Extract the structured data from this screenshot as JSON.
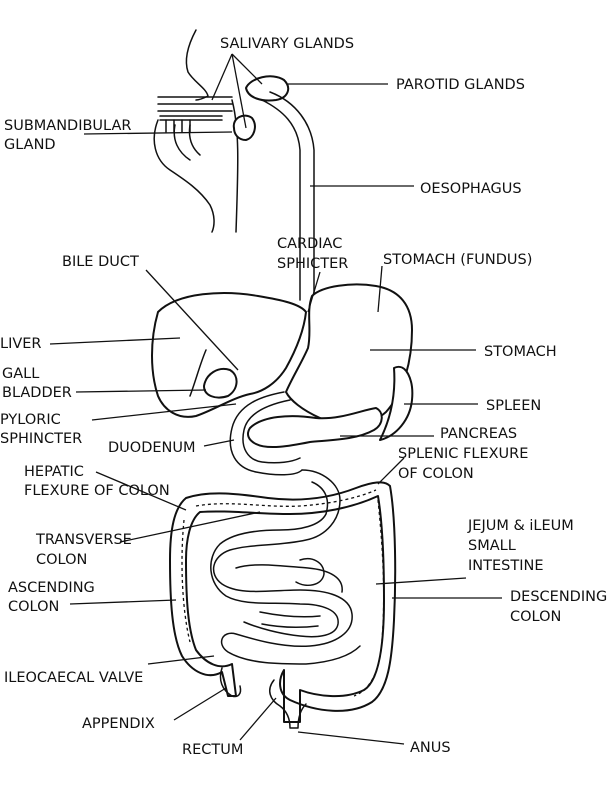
{
  "labels": {
    "salivary_glands": "SALIVARY GLANDS",
    "parotid_glands": "PAROTID GLANDS",
    "submandibular_line1": "SUBMANDIBULAR",
    "submandibular_line2": "GLAND",
    "oesophagus": "OESOPHAGUS",
    "bile_duct": "BILE DUCT",
    "cardiac_line1": "CARDIAC",
    "cardiac_line2": "SPHICTER",
    "stomach_fundus": "STOMACH (FUNDUS)",
    "liver": "LIVER",
    "stomach": "STOMACH",
    "gall_line1": "GALL",
    "gall_line2": "BLADDER",
    "pyloric_line1": "PYLORIC",
    "pyloric_line2": "SPHINCTER",
    "spleen": "SPLEEN",
    "duodenum": "DUODENUM",
    "pancreas": "PANCREAS",
    "splenic_line1": "SPLENIC FLEXURE",
    "splenic_line2": "OF COLON",
    "hepatic_line1": "HEPATIC",
    "hepatic_line2": "FLEXURE OF COLON",
    "jejum_line1": "JEJUM & iLEUM",
    "jejum_line2": "SMALL",
    "jejum_line3": "INTESTINE",
    "transverse_line1": "TRANSVERSE",
    "transverse_line2": "COLON",
    "ascending_line1": "ASCENDING",
    "ascending_line2": "COLON",
    "descending_line1": "DESCENDING",
    "descending_line2": "COLON",
    "ileocaecal": "ILEOCAECAL VALVE",
    "appendix": "APPENDIX",
    "rectum": "RECTUM",
    "anus": "ANUS"
  }
}
